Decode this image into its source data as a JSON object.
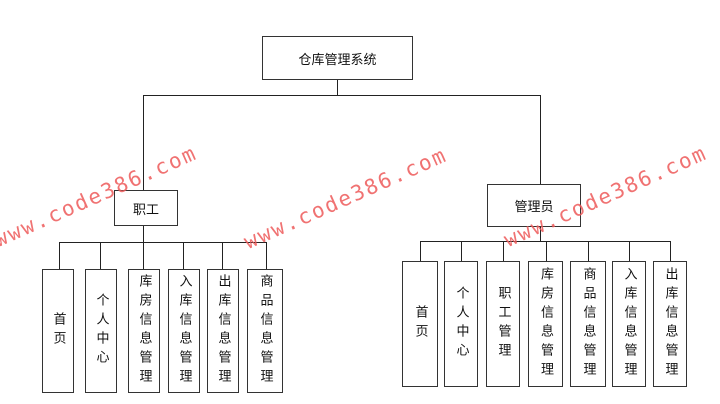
{
  "root": {
    "label": "仓库管理系统"
  },
  "staff": {
    "label": "职工",
    "modules": [
      "首页",
      "个人中心",
      "库房信息管理",
      "入库信息管理",
      "出库信息管理",
      "商品信息管理"
    ]
  },
  "admin": {
    "label": "管理员",
    "modules": [
      "首页",
      "个人中心",
      "职工管理",
      "库房信息管理",
      "商品信息管理",
      "入库信息管理",
      "出库信息管理"
    ]
  },
  "watermark": "www.code386.com"
}
